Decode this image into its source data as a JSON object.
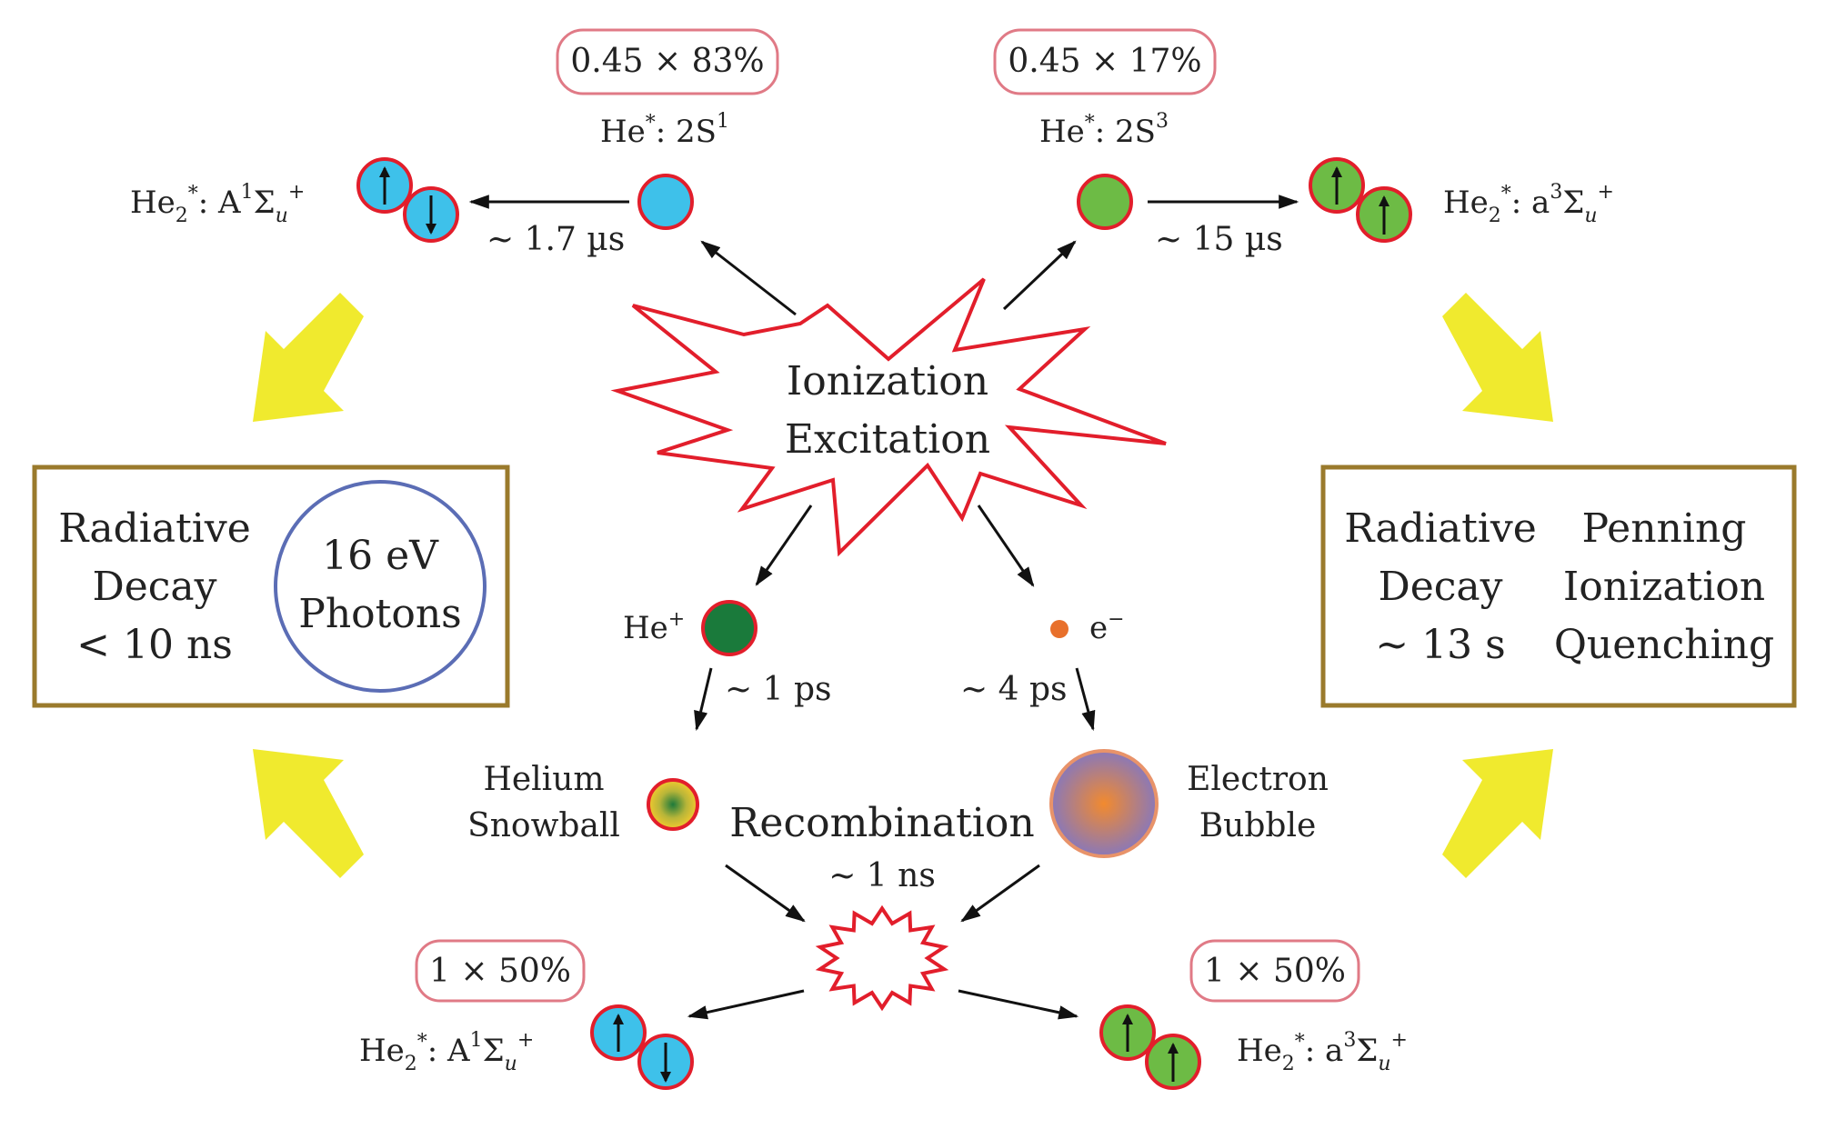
{
  "colors": {
    "singlet_fill": "#3EC1EA",
    "triplet_fill": "#6DBB45",
    "ion_fill": "#1A7A3B",
    "atom_border": "#E21E2B",
    "star_stroke": "#E21E2B",
    "box_border": "#9A7A2C",
    "photon_circle": "#5B6DB5",
    "yellow_arrow": "#F0EA2E",
    "electron": "#E8702B",
    "bubble_outer": "#8A78B8",
    "bubble_inner": "#F28A2E",
    "prob_box": "#E07A86"
  },
  "center": {
    "line1": "Ionization",
    "line2": "Excitation"
  },
  "top_left": {
    "probability": "0.45 × 83%",
    "state_prefix": "He",
    "state_star": "*",
    "state_main": ": 2S",
    "state_sup": "1",
    "lifetime": "~ 1.7 µs",
    "dimer_he": "He",
    "dimer_sub": "2",
    "dimer_star": "*",
    "dimer_colon": ": A",
    "dimer_sup": "1",
    "dimer_sigma": "Σ",
    "dimer_u": "u",
    "dimer_plus": "+"
  },
  "top_right": {
    "probability": "0.45 × 17%",
    "state_prefix": "He",
    "state_star": "*",
    "state_main": ": 2S",
    "state_sup": "3",
    "lifetime": "~ 15 µs",
    "dimer_he": "He",
    "dimer_sub": "2",
    "dimer_star": "*",
    "dimer_colon": ": a",
    "dimer_sup": "3",
    "dimer_sigma": "Σ",
    "dimer_u": "u",
    "dimer_plus": "+"
  },
  "left_box": {
    "line1": "Radiative",
    "line2": "Decay",
    "line3": "< 10 ns",
    "photon_line1": "16 eV",
    "photon_line2": "Photons"
  },
  "right_box": {
    "col1_line1": "Radiative",
    "col1_line2": "Decay",
    "col1_line3": "~ 13 s",
    "col2_line1": "Penning",
    "col2_line2": "Ionization",
    "col2_line3": "Quenching"
  },
  "ion": {
    "label": "He",
    "sup": "+",
    "time": "~ 1 ps",
    "snowball_line1": "Helium",
    "snowball_line2": "Snowball"
  },
  "electron": {
    "label": "e",
    "sup": "−",
    "time": "~ 4 ps",
    "bubble_line1": "Electron",
    "bubble_line2": "Bubble"
  },
  "recombination": {
    "label": "Recombination",
    "time": "~ 1 ns"
  },
  "bottom_left": {
    "probability": "1 × 50%",
    "dimer_he": "He",
    "dimer_sub": "2",
    "dimer_star": "*",
    "dimer_colon": ": A",
    "dimer_sup": "1",
    "dimer_sigma": "Σ",
    "dimer_u": "u",
    "dimer_plus": "+"
  },
  "bottom_right": {
    "probability": "1 × 50%",
    "dimer_he": "He",
    "dimer_sub": "2",
    "dimer_star": "*",
    "dimer_colon": ": a",
    "dimer_sup": "3",
    "dimer_sigma": "Σ",
    "dimer_u": "u",
    "dimer_plus": "+"
  }
}
